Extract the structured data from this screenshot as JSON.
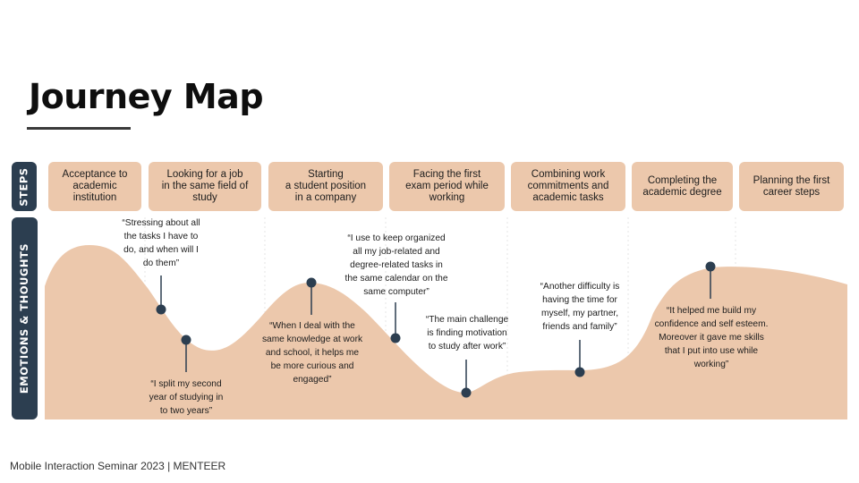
{
  "title": "Journey Map",
  "row_labels": {
    "steps": "STEPS",
    "emotions": "EMOTIONS & THOUGHTS"
  },
  "steps": [
    "Acceptance to\nacademic\ninstitution",
    "Looking for a job\nin the same field of\nstudy",
    "Starting\na student position\nin a company",
    "Facing the first\nexam period while\nworking",
    "Combining work\ncommitments and\nacademic tasks",
    "Completing the\nacademic degree",
    "Planning the first\ncareer steps"
  ],
  "quotes": [
    "“Stressing about all\nthe tasks I have to\ndo, and when will I\ndo them”",
    "“I split my second\nyear of studying in\nto two years”",
    "“When I deal with the\nsame knowledge at work\nand school, it helps me\nbe more curious and\nengaged”",
    "“I use to keep organized\nall my job-related and\ndegree-related tasks in\nthe same calendar on the\nsame computer”",
    "“The main challenge\nis finding motivation\nto study after work”",
    "“Another difficulty is\nhaving the time for\nmyself, my partner,\nfriends and family”",
    "“It helped me build my\nconfidence and self esteem.\nMoreover it gave me skills\nthat I put into use while\nworking”"
  ],
  "footer": "Mobile Interaction Seminar 2023 | MENTEER",
  "colors": {
    "wave": "#ecc8ac",
    "dark": "#2c3e50",
    "step_bg": "#ecc8ac"
  }
}
